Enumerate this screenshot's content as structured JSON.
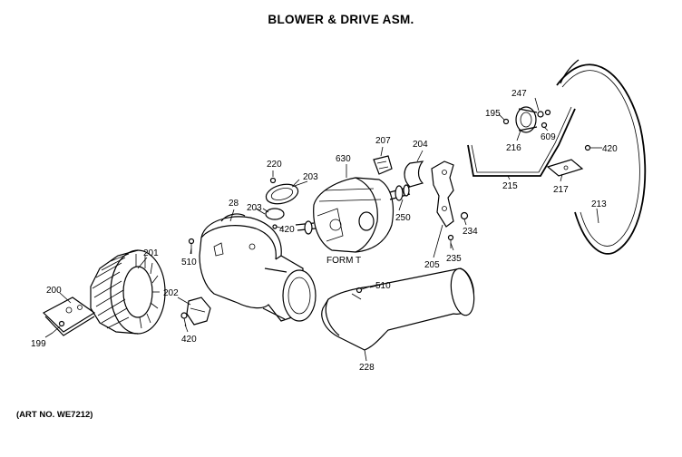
{
  "title": "BLOWER & DRIVE ASM.",
  "art_number": "(ART NO. WE7212)",
  "callouts": {
    "c199": "199",
    "c200": "200",
    "c201": "201",
    "c202": "202",
    "c420a": "420",
    "c510a": "510",
    "c28": "28",
    "c220": "220",
    "c203a": "203",
    "c203b": "203",
    "c420b": "420",
    "c630": "630",
    "c207": "207",
    "c250": "250",
    "form_t": "FORM T",
    "c204": "204",
    "c205": "205",
    "c234": "234",
    "c235": "235",
    "c510b": "510",
    "c228": "228",
    "c195": "195",
    "c247": "247",
    "c216": "216",
    "c609": "609",
    "c215": "215",
    "c217": "217",
    "c420c": "420",
    "c213": "213"
  }
}
